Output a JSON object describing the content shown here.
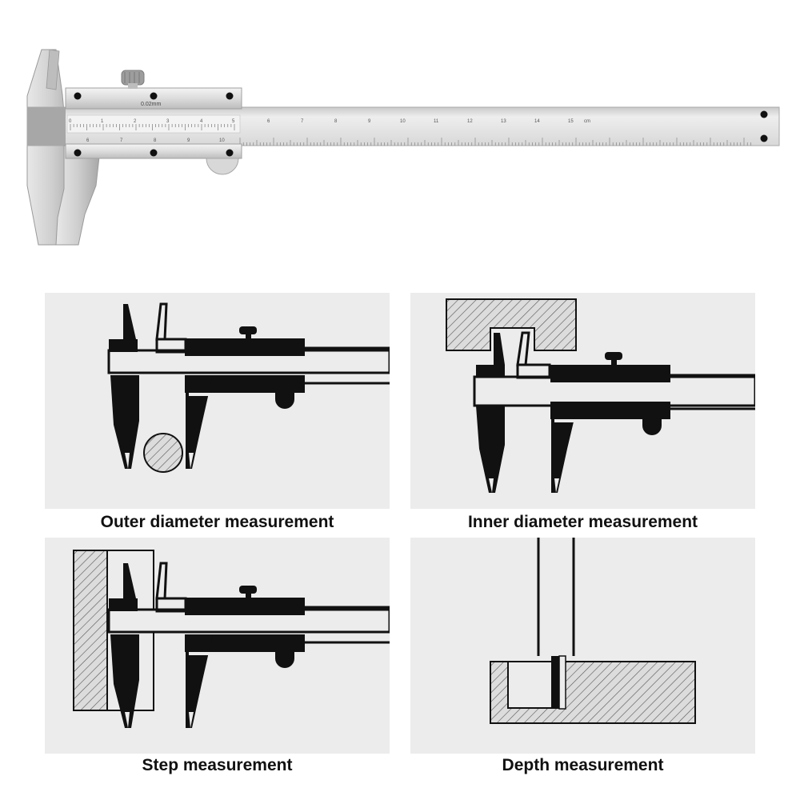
{
  "caliper": {
    "vernier_label": "0.02mm",
    "unit_label": "cm",
    "main_scale_numbers": [
      "6",
      "7",
      "8",
      "9",
      "10",
      "11",
      "12",
      "13",
      "14",
      "15"
    ],
    "vernier_numbers": [
      "0",
      "1",
      "2",
      "3",
      "4",
      "5",
      "6",
      "7",
      "8",
      "9",
      "10"
    ]
  },
  "panels": [
    {
      "id": "outer",
      "caption": "Outer diameter measurement"
    },
    {
      "id": "inner",
      "caption": "Inner diameter measurement"
    },
    {
      "id": "step",
      "caption": "Step measurement"
    },
    {
      "id": "depth",
      "caption": "Depth measurement"
    }
  ],
  "colors": {
    "panel_bg": "#ececec",
    "tool_black": "#111111",
    "hatch_fill": "#d6d6d6",
    "steel_light": "#e6e6e6",
    "steel_dark": "#a9a9a9"
  }
}
